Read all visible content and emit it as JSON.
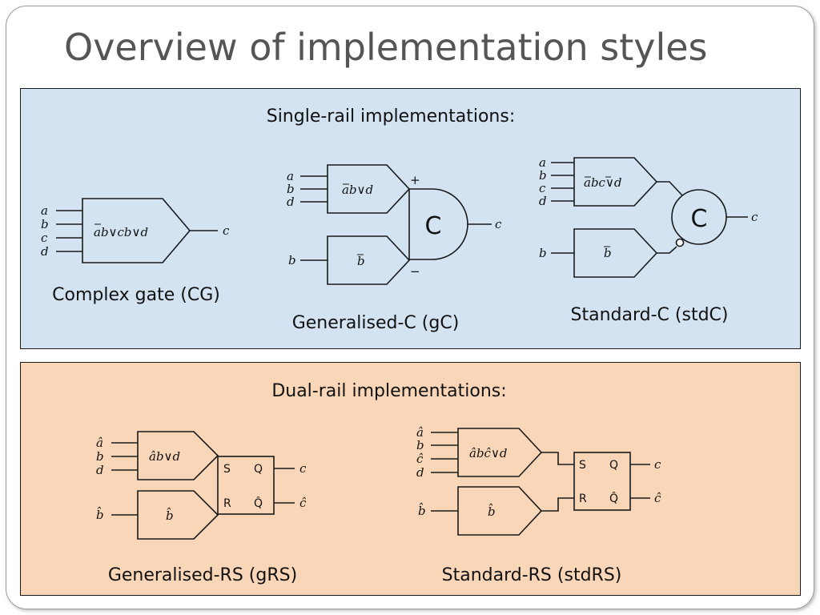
{
  "title": "Overview of implementation styles",
  "single_rail": {
    "heading": "Single-rail implementations:",
    "cg": {
      "inputs": [
        "a",
        "b",
        "c",
        "d"
      ],
      "gate_label": "ab∨cb∨d",
      "output": "c",
      "caption": "Complex gate (CG)"
    },
    "gc": {
      "inputs": [
        "a",
        "b",
        "d"
      ],
      "gate_top_label": "ab∨d",
      "gate_bottom_input": "b",
      "gate_bottom_label": "b",
      "c_label": "C",
      "plus": "+",
      "minus": "−",
      "output": "c",
      "caption": "Generalised-C (gC)"
    },
    "stdc": {
      "inputs": [
        "a",
        "b",
        "c",
        "d"
      ],
      "gate_top_label": "abc∨d",
      "gate_bottom_input": "b",
      "gate_bottom_label": "b",
      "c_label": "C",
      "output": "c",
      "caption": "Standard-C (stdC)"
    }
  },
  "dual_rail": {
    "heading": "Dual-rail implementations:",
    "grs": {
      "inputs": [
        "â",
        "b",
        "d"
      ],
      "gate_top_label": "âb∨d",
      "gate_bottom_input": "b̂",
      "gate_bottom_label": "b̂",
      "s_label": "S",
      "r_label": "R",
      "q_label": "Q",
      "qbar_label": "Q̂",
      "output_q": "c",
      "output_qbar": "ĉ",
      "caption": "Generalised-RS (gRS)"
    },
    "stdrs": {
      "inputs": [
        "â",
        "b",
        "ĉ",
        "d"
      ],
      "gate_top_label": "âbĉ∨d",
      "gate_bottom_input": "b̂",
      "gate_bottom_label": "b̂",
      "s_label": "S",
      "r_label": "R",
      "q_label": "Q",
      "qbar_label": "Q̂",
      "output_q": "c",
      "output_qbar": "ĉ",
      "caption": "Standard-RS (stdRS)"
    }
  }
}
